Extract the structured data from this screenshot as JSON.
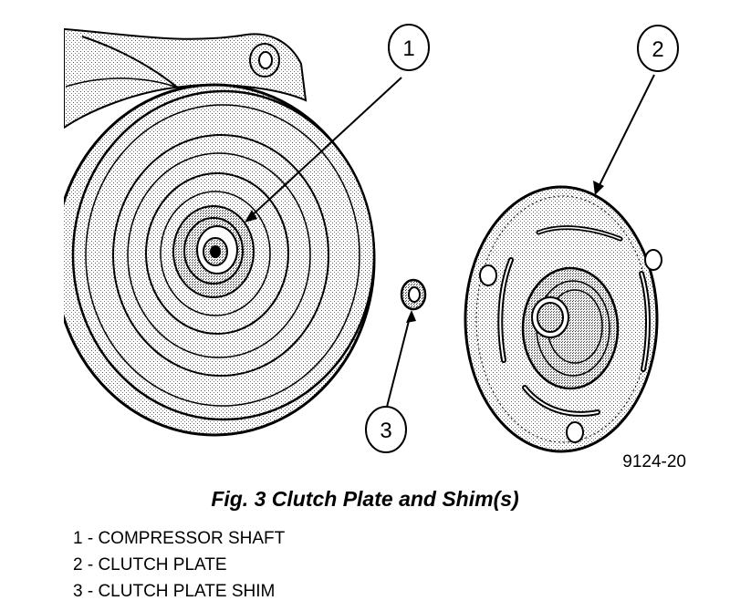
{
  "figure": {
    "figure_id": "9124-20",
    "caption": "Fig. 3 Clutch Plate and Shim(s)"
  },
  "callouts": [
    {
      "number": "1",
      "label": "COMPRESSOR SHAFT",
      "legend_text": "1 - COMPRESSOR SHAFT"
    },
    {
      "number": "2",
      "label": "CLUTCH PLATE",
      "legend_text": "2 - CLUTCH PLATE"
    },
    {
      "number": "3",
      "label": "CLUTCH PLATE SHIM",
      "legend_text": "3 - CLUTCH PLATE SHIM"
    }
  ]
}
